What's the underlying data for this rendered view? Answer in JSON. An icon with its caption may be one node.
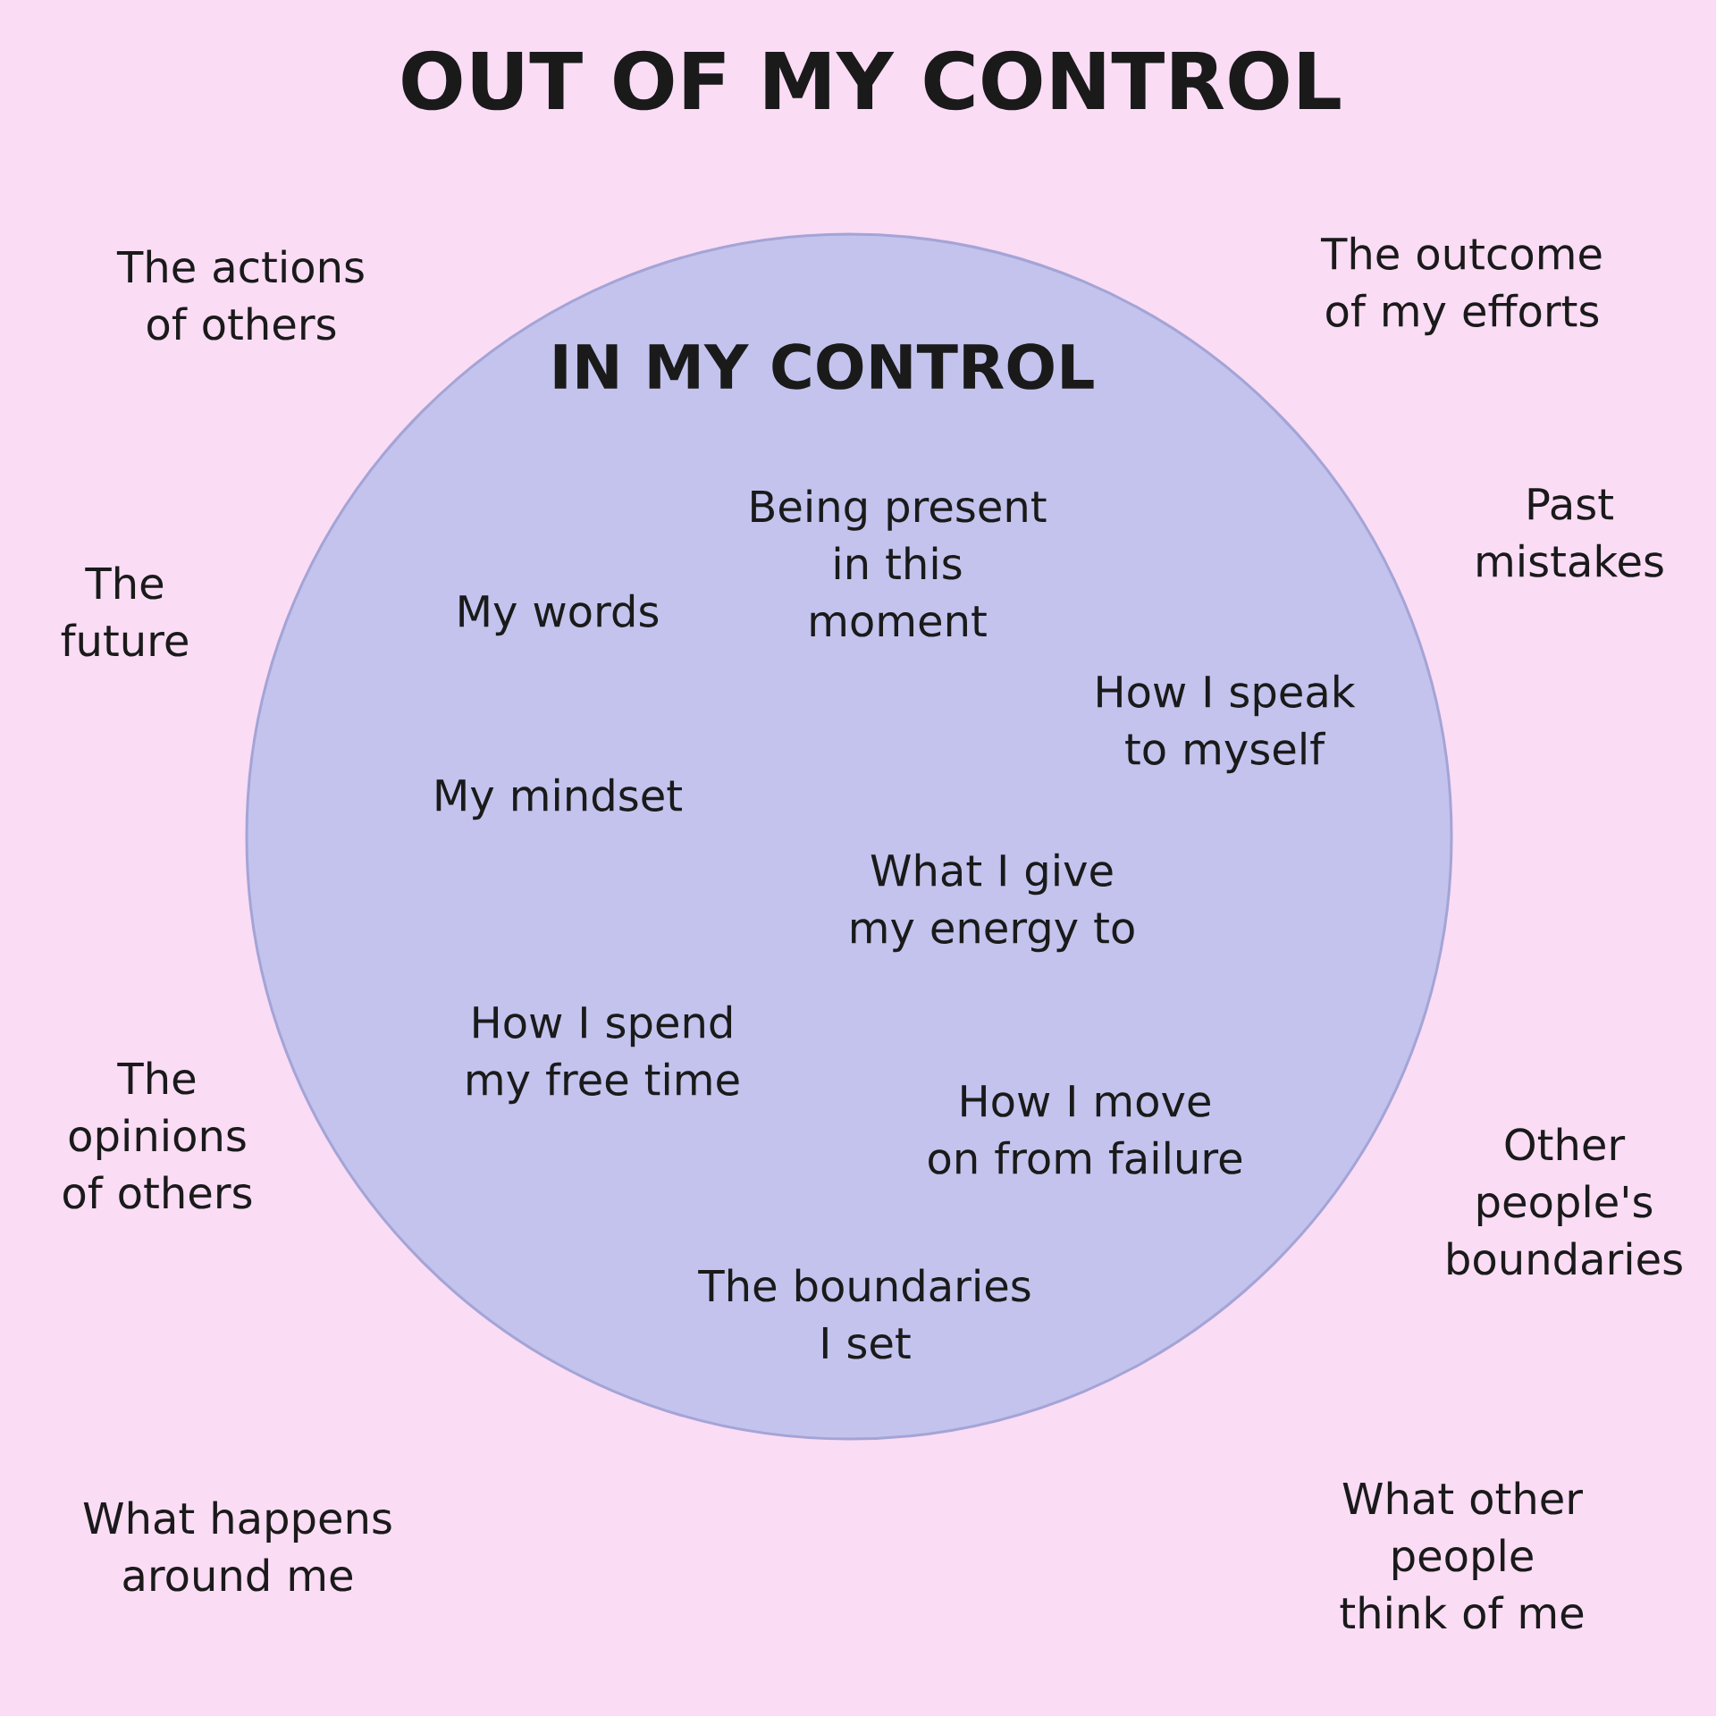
{
  "diagram": {
    "title": "OUT OF MY CONTROL",
    "nodes": [
      {
        "text": [
          "IN MY CONTROL",
          "My words",
          "Being present in this moment",
          "How I speak to myself",
          "My mindset",
          "What I give my energy to",
          "How I spend my free time",
          "How I move on from failure",
          "The boundaries I set"
        ]
      }
    ],
    "labels": [
      "The actions of others",
      "The outcome of my efforts",
      "The future",
      "Past mistakes",
      "The opinions of others",
      "Other people's boundaries",
      "What happens around me",
      "What other people think of me"
    ]
  }
}
